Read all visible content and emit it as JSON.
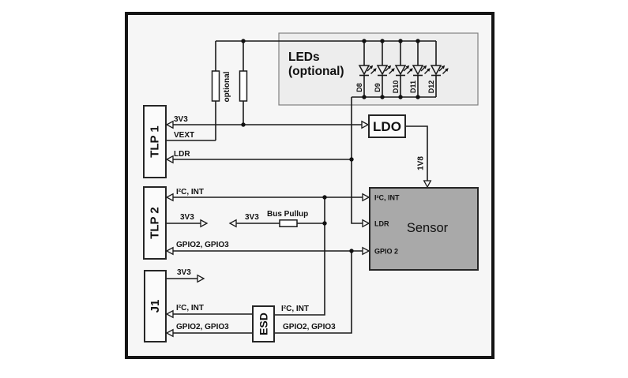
{
  "diagram": {
    "blocks": {
      "tlp1": "TLP 1",
      "tlp2": "TLP 2",
      "j1": "J1",
      "esd": "ESD",
      "ldo": "LDO",
      "sensor": "Sensor"
    },
    "leds_box": {
      "title_line1": "LEDs",
      "title_line2": "(optional)",
      "resistor_note": "optional",
      "diodes": [
        "D8",
        "D9",
        "D10",
        "D11",
        "D12"
      ]
    },
    "signals": {
      "tlp1_3v3": "3V3",
      "tlp1_vext": "VEXT",
      "tlp1_ldr": "LDR",
      "tlp2_i2c": "I²C, INT",
      "tlp2_3v3": "3V3",
      "tlp2_gpio": "GPIO2, GPIO3",
      "pullup_3v3": "3V3",
      "pullup_label": "Bus Pullup",
      "j1_3v3": "3V3",
      "j1_i2c": "I²C, INT",
      "j1_gpio": "GPIO2, GPIO3",
      "esd_i2c": "I²C, INT",
      "esd_gpio": "GPIO2, GPIO3",
      "ldo_out": "1V8",
      "sensor_pin_i2c": "I²C, INT",
      "sensor_pin_ldr": "LDR",
      "sensor_pin_gpio": "GPIO 2"
    },
    "colors": {
      "canvas_fill": "#f6f6f6",
      "led_box_fill": "#ededed",
      "sensor_fill": "#a9a9a9",
      "line": "#1a1a1a",
      "frame_border": "#141414"
    }
  }
}
